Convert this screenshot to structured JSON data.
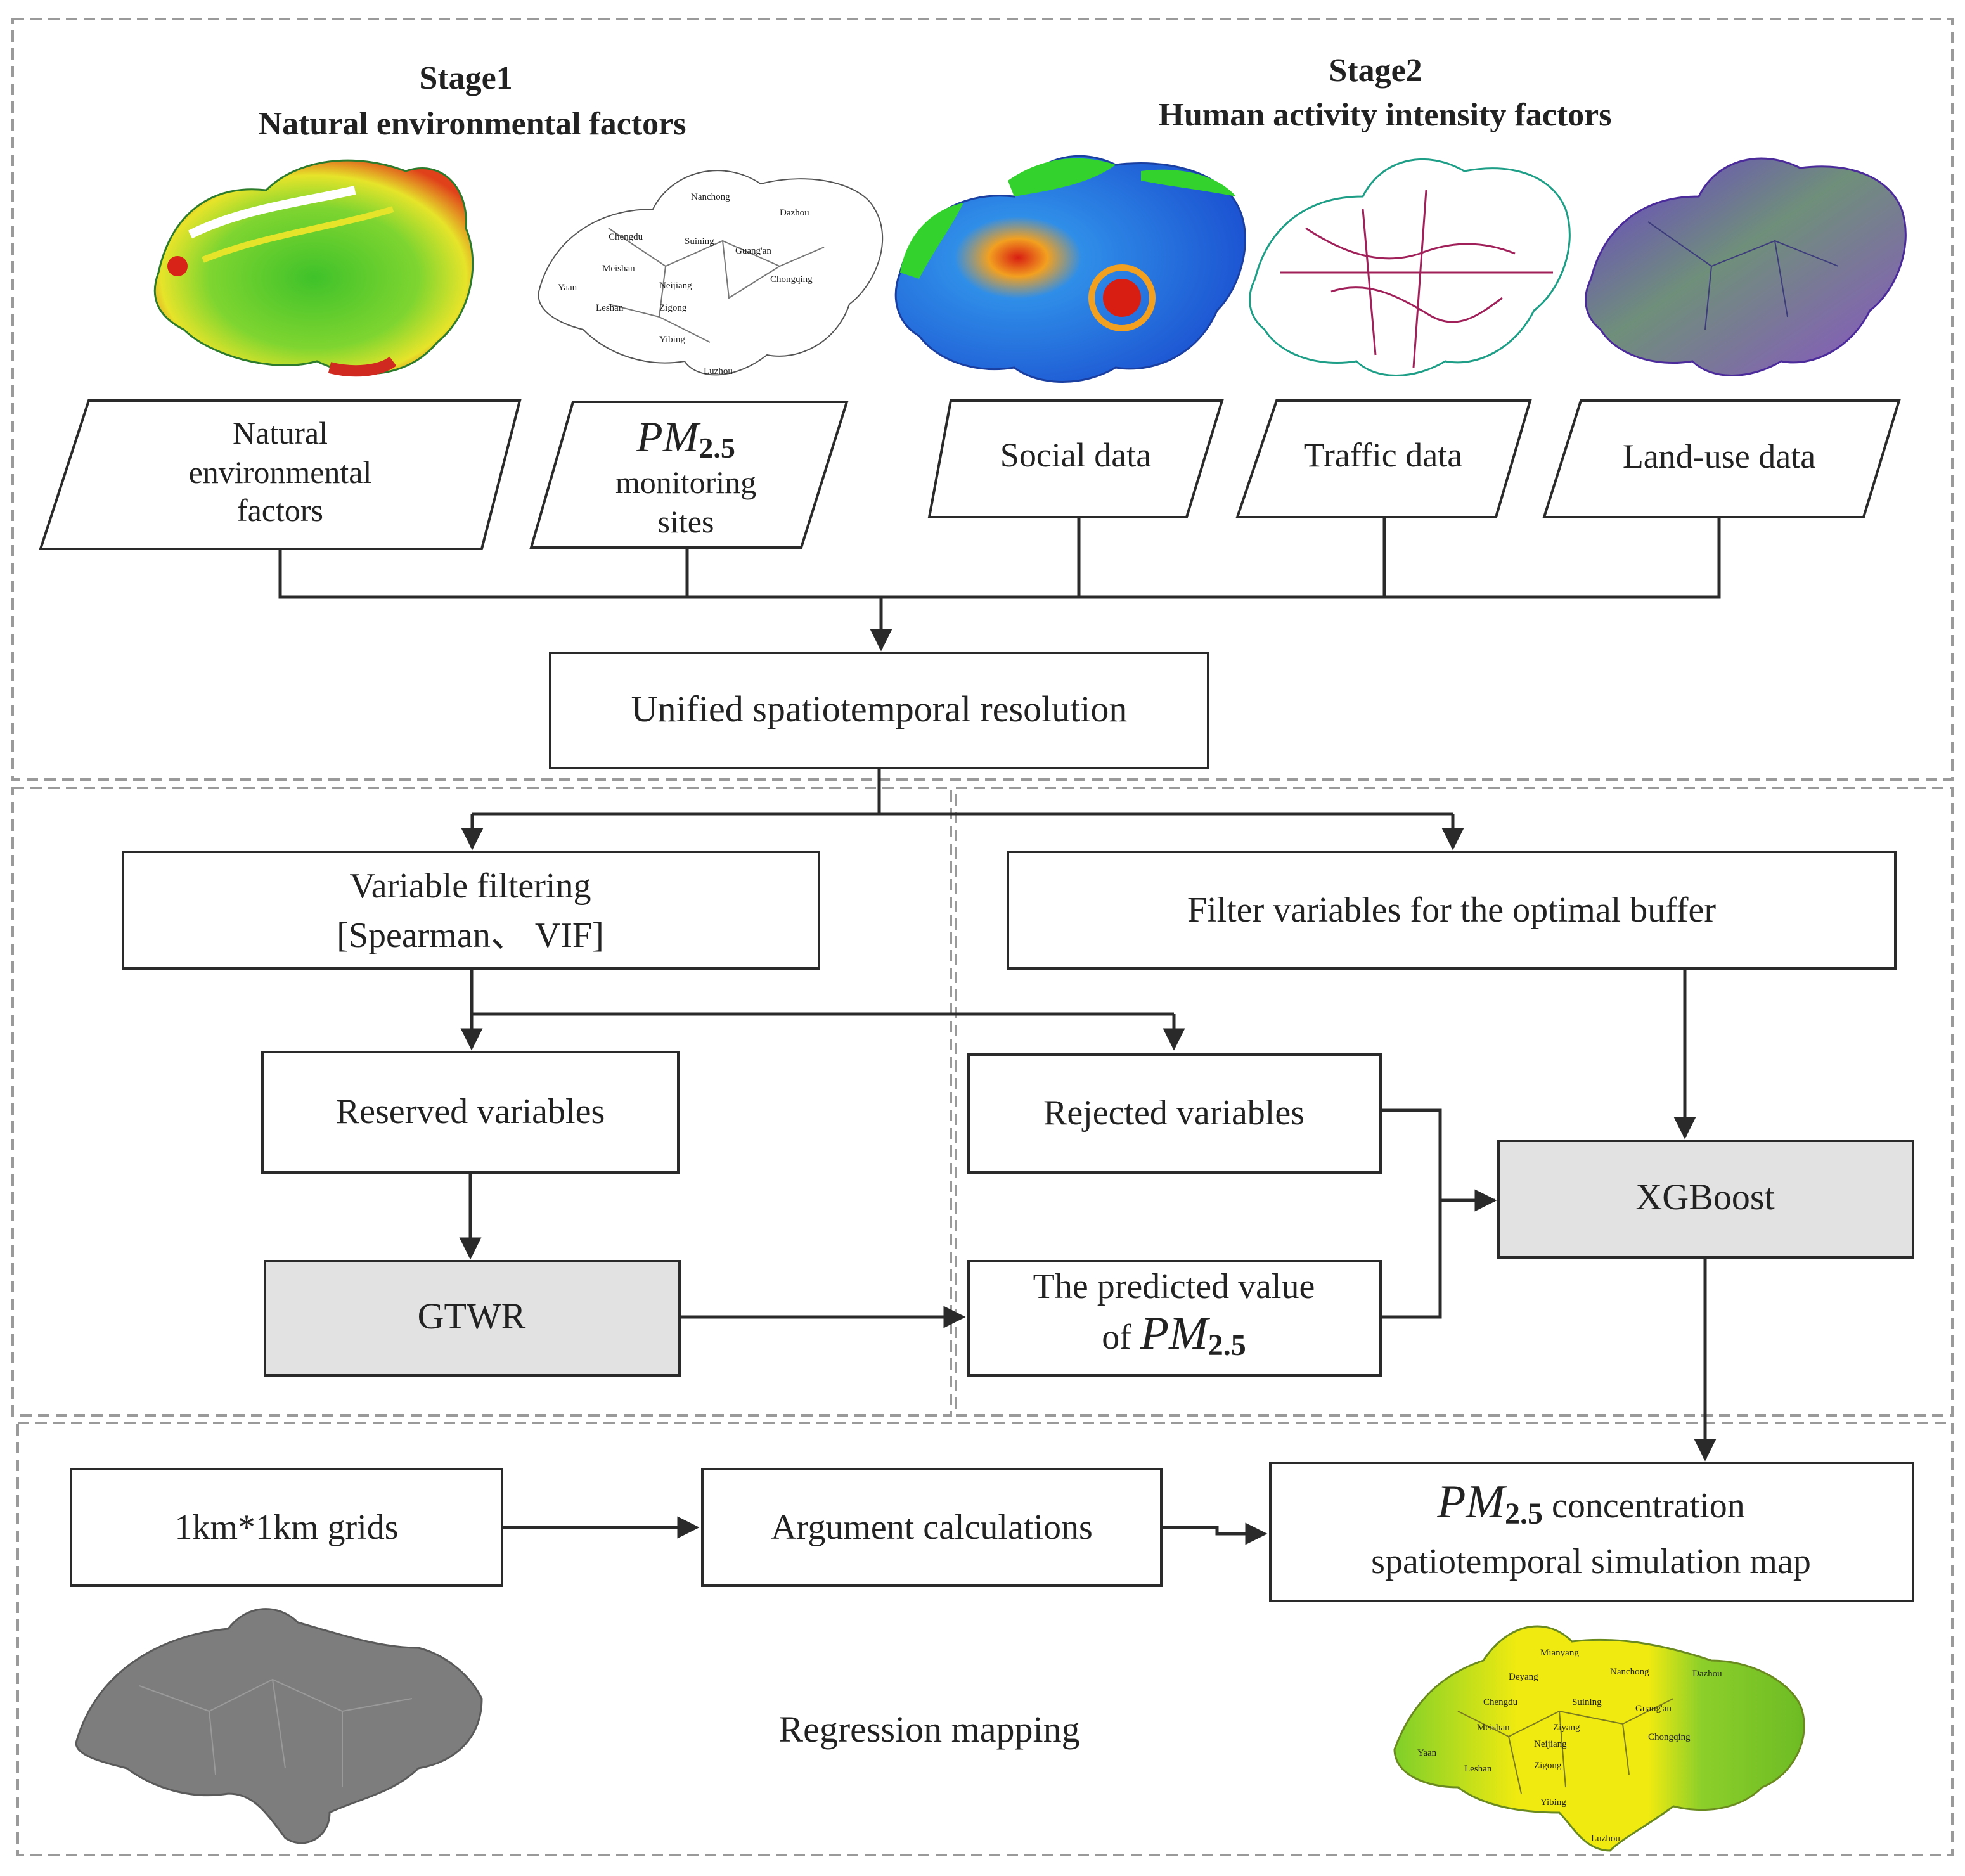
{
  "stage1": {
    "label": "Stage1",
    "title": "Natural environmental factors"
  },
  "stage2": {
    "label": "Stage2",
    "title": "Human activity intensity factors"
  },
  "inputs": {
    "natural": {
      "line1": "Natural",
      "line2": "environmental",
      "line3": "factors"
    },
    "pm25": {
      "pm": "PM",
      "sub": "2.5",
      "line2": "monitoring",
      "line3": "sites"
    },
    "social": "Social data",
    "traffic": "Traffic data",
    "landuse": "Land-use data"
  },
  "unified": "Unified spatiotemporal resolution",
  "variable_filtering": {
    "line1": "Variable filtering",
    "line2": "[Spearman、 VIF]"
  },
  "filter_buffer": "Filter variables for the optimal buffer",
  "reserved": "Reserved variables",
  "rejected": "Rejected variables",
  "gtwr": "GTWR",
  "predicted": {
    "line1": "The predicted value",
    "line2": "of ",
    "pm": "PM",
    "sub": "2.5"
  },
  "xgboost": "XGBoost",
  "grids": "1km*1km grids",
  "argument": "Argument calculations",
  "result": {
    "pm": "PM",
    "sub": "2.5",
    "line1_rest": " concentration",
    "line2": "spatiotemporal simulation map"
  },
  "regression_mapping": "Regression mapping",
  "map_labels": {
    "pm_sites_map": [
      "Nanchong",
      "Dazhou",
      "Chengdu",
      "Suining",
      "Guang'an",
      "Meishan",
      "Neijiang",
      "Yaan",
      "Leshan",
      "Zigong",
      "Yibing",
      "Chongqing",
      "Luzhou"
    ],
    "result_map": [
      "Mianyang",
      "Deyang",
      "Nanchong",
      "Dazhou",
      "Chengdu",
      "Suining",
      "Guang'an",
      "Meishan",
      "Ziyang",
      "Neijiang",
      "Chongqing",
      "Yaan",
      "Leshan",
      "Zigong",
      "Yibing",
      "Luzhou"
    ]
  },
  "colors": {
    "gray_box": "#e2e2e2",
    "border": "#2a2a2a",
    "dashed_panel": "#9a9a9a",
    "map_green": "#3dbb2c",
    "map_yellow": "#f0ea10",
    "map_blue": "#1e64d8",
    "map_purple": "#8a52c8",
    "map_gray": "#7d7d7d"
  },
  "icons": [
    "natural-factors-map-icon",
    "pm25-sites-map-icon",
    "social-data-map-icon",
    "traffic-map-icon",
    "landuse-map-icon",
    "grid-map-icon",
    "result-map-icon"
  ]
}
